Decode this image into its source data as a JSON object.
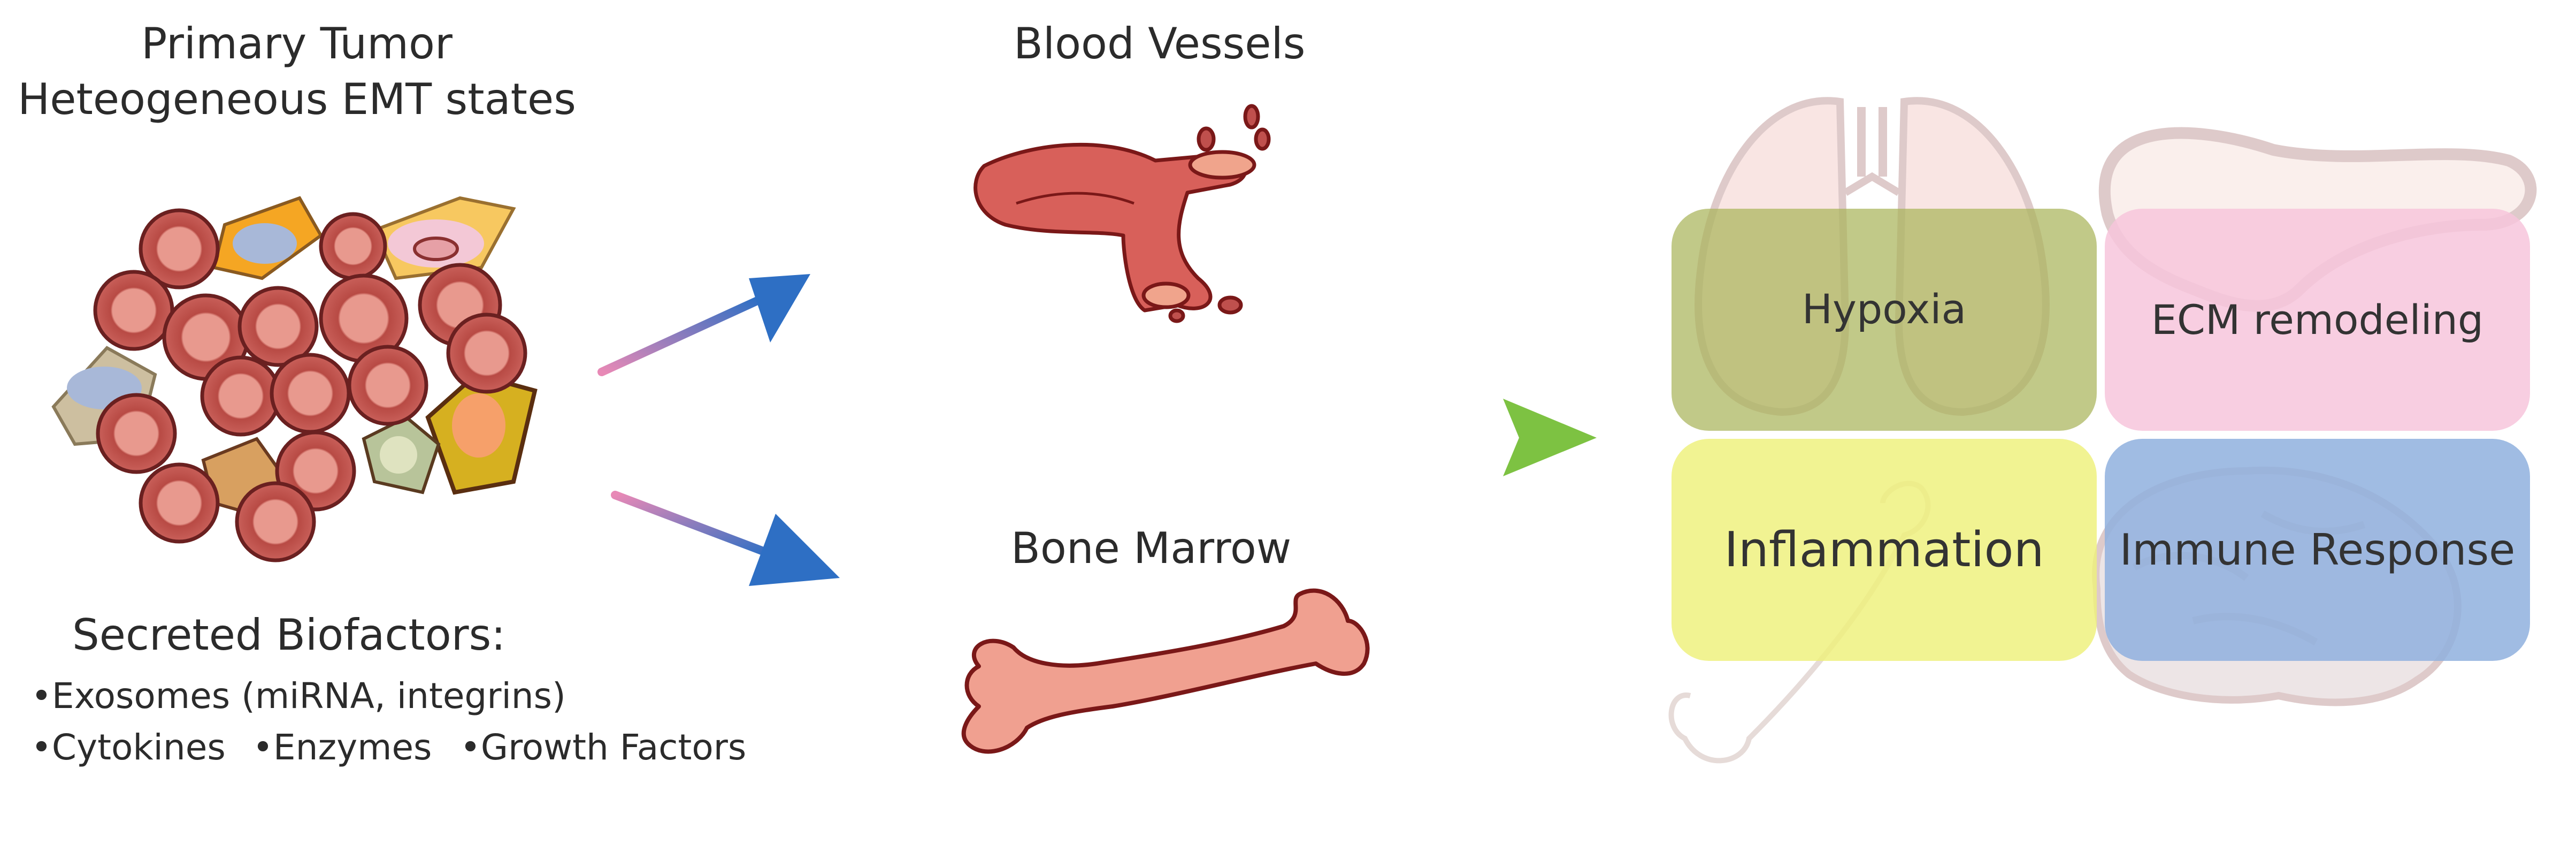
{
  "tumor": {
    "title_line1": "Primary Tumor",
    "title_line2": "Heteogeneous EMT states"
  },
  "biofactors": {
    "heading": "Secreted Biofactors:",
    "line1": "•Exosomes (miRNA, integrins)",
    "line2_items": [
      "•Cytokines",
      "•Enzymes",
      "•Growth Factors"
    ]
  },
  "sites": {
    "blood_vessels": "Blood Vessels",
    "bone_marrow": "Bone Marrow"
  },
  "niche": {
    "hypoxia": "Hypoxia",
    "ecm": "ECM remodeling",
    "inflammation": "Inflammation",
    "immune": "Immune Response"
  },
  "colors": {
    "hypoxia": "#a9b45a",
    "ecm": "#f7c6dc",
    "inflammation": "#eef07a",
    "immune": "#8fb0de",
    "cell": "#c0504d",
    "arrow_blue": "#2e6fc4",
    "arrow_green": "#7dc242"
  }
}
